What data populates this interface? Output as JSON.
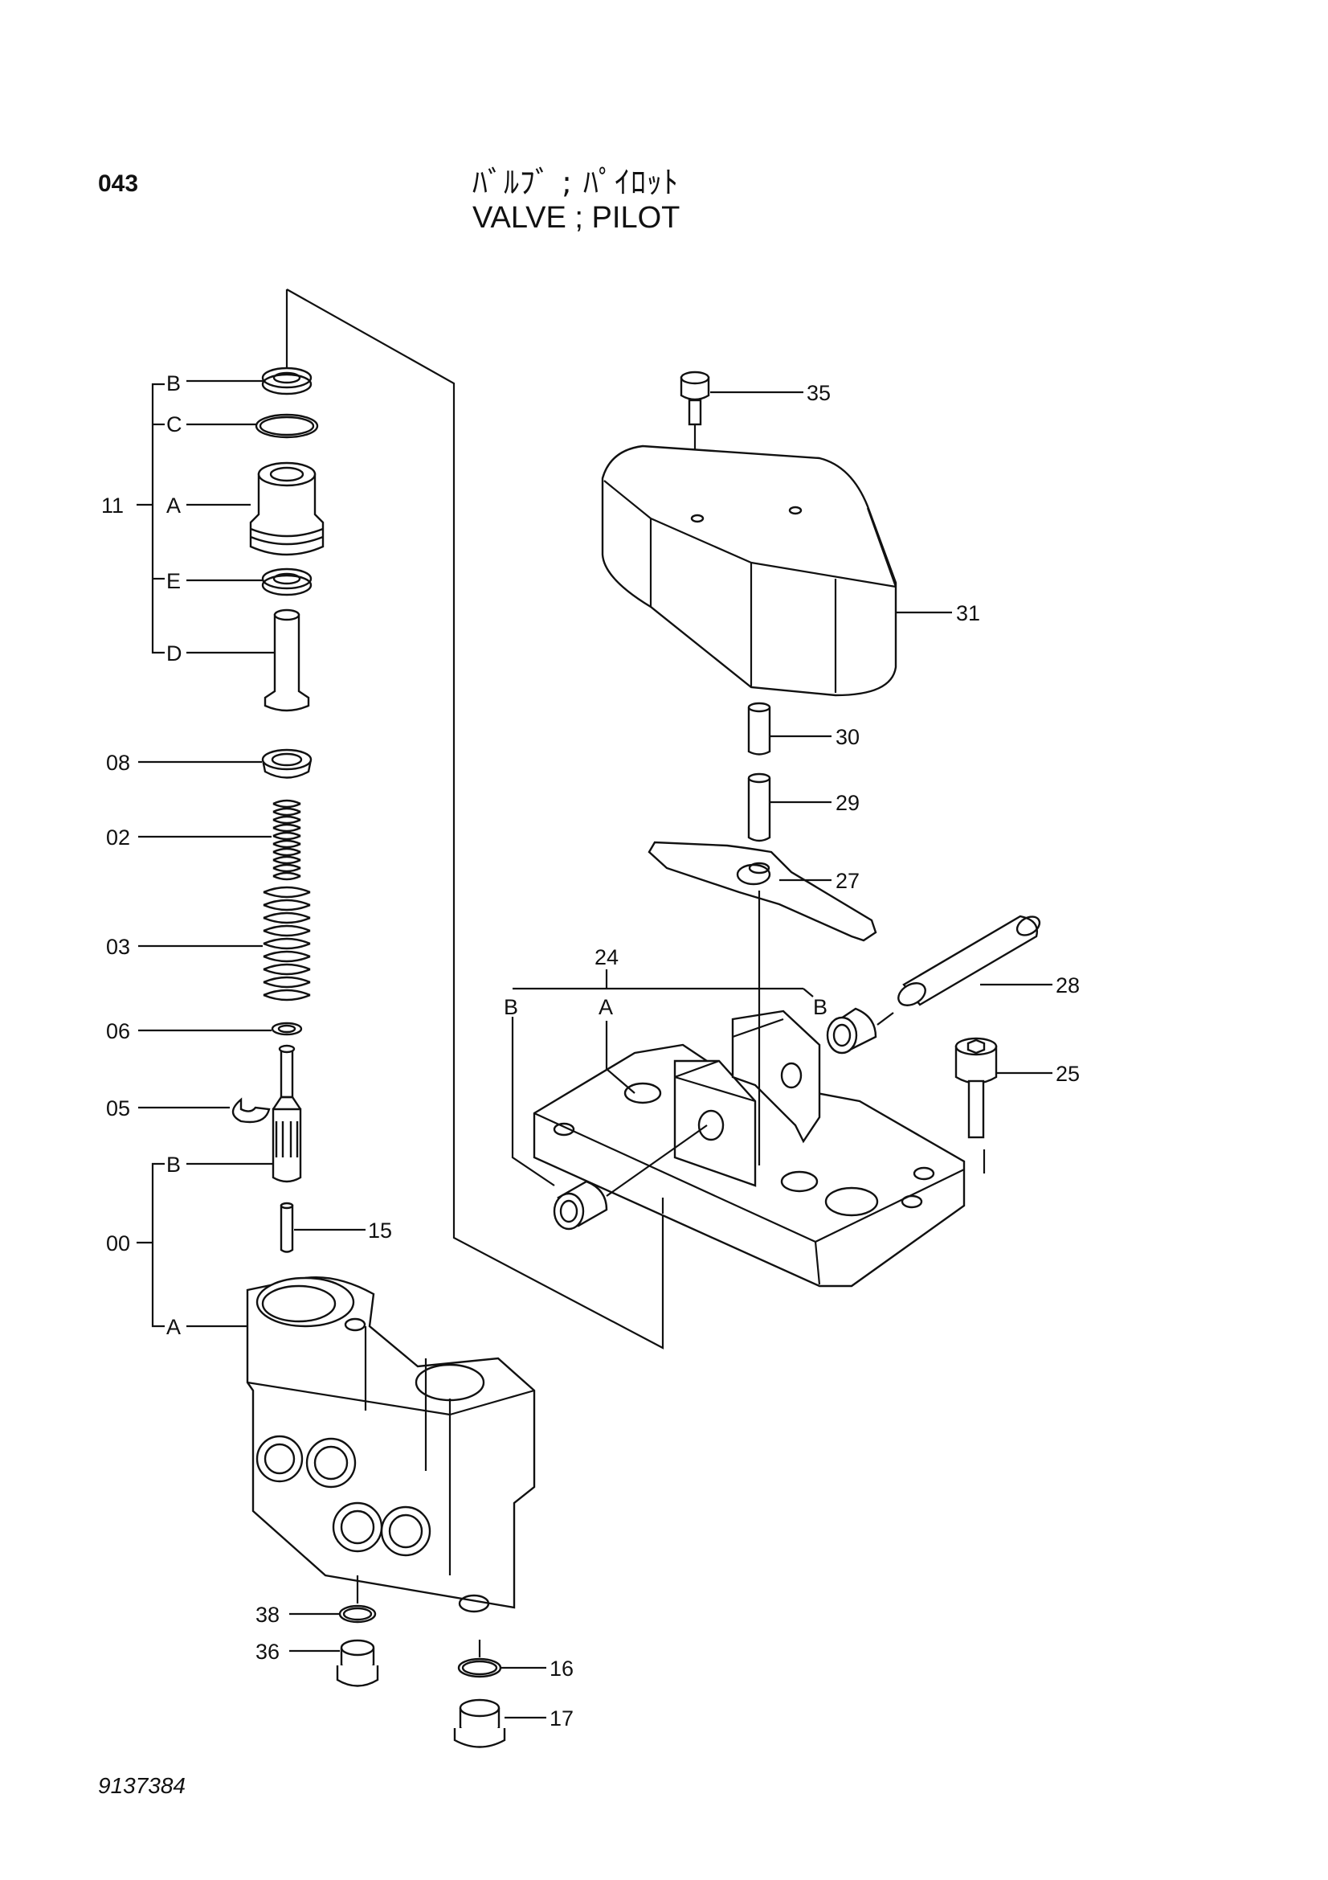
{
  "header": {
    "page_number": "043",
    "title_jp": "ﾊﾞﾙﾌﾞ ; ﾊﾟｲﾛｯﾄ",
    "title_en": "VALVE ; PILOT"
  },
  "footer": {
    "drawing_code": "9137384"
  },
  "labels": {
    "group_11": "11",
    "group_00": "00",
    "group_24": "24",
    "sub_b": "B",
    "sub_c": "C",
    "sub_a": "A",
    "sub_e": "E",
    "sub_d": "D",
    "p08": "08",
    "p02": "02",
    "p03": "03",
    "p06": "06",
    "p05": "05",
    "p15": "15",
    "p38": "38",
    "p36": "36",
    "p16": "16",
    "p17": "17",
    "p35": "35",
    "p31": "31",
    "p30": "30",
    "p29": "29",
    "p27": "27",
    "p28": "28",
    "p25": "25"
  }
}
